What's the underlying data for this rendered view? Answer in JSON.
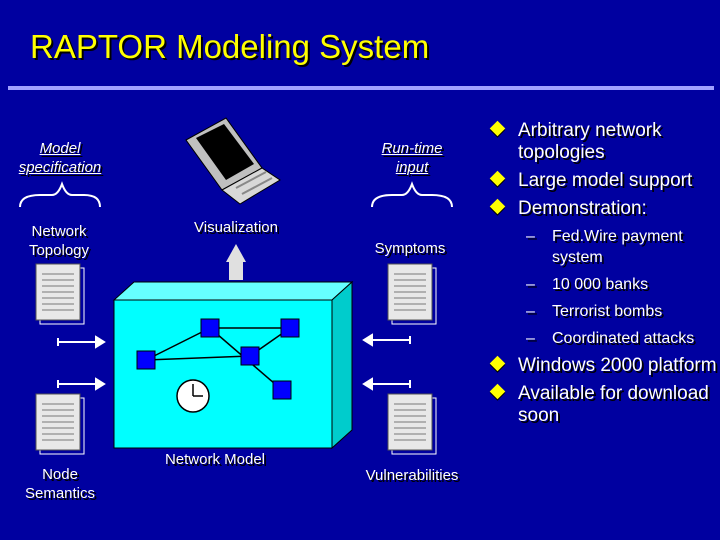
{
  "title": "RAPTOR Modeling System",
  "diagram": {
    "model_spec_label": "Model specification",
    "runtime_label": "Run-time input",
    "network_topology": "Network Topology",
    "visualization": "Visualization",
    "symptoms": "Symptoms",
    "network_model": "Network Model",
    "node_semantics": "Node Semantics",
    "vulnerabilities": "Vulnerabilities"
  },
  "bullets": [
    "Arbitrary network topologies",
    "Large model support",
    "Demonstration:",
    "Windows 2000 platform",
    "Available for download soon"
  ],
  "sub_bullets": [
    "Fed.Wire payment system",
    "10 000 banks",
    "Terrorist bombs",
    "Coordinated attacks"
  ],
  "colors": {
    "background": "#0000a0",
    "title": "#ffff00",
    "bullet": "#ffff00",
    "model_box": "#00ffff",
    "node": "#0000ff"
  }
}
